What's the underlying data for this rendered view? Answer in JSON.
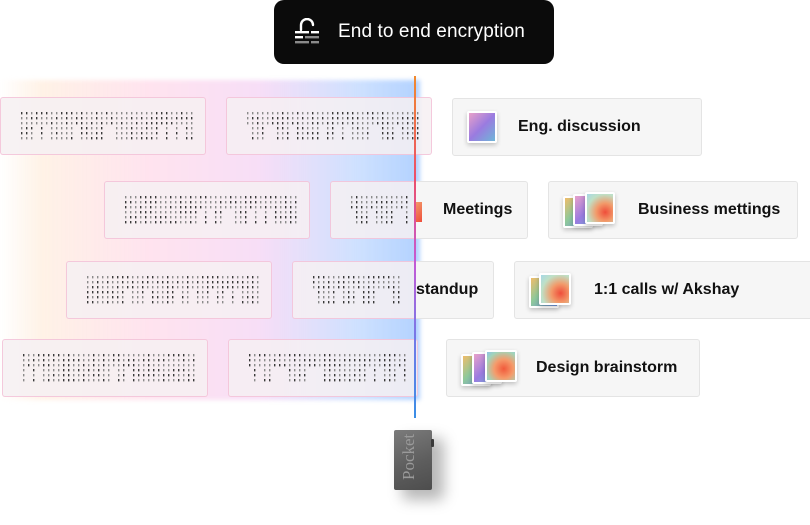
{
  "header": {
    "title": "End to end encryption",
    "icon": "unlock-icon"
  },
  "cards": [
    {
      "label": "Eng.  discussion",
      "thumbs": 1
    },
    {
      "label": "Meetings",
      "thumbs": 0
    },
    {
      "label": "Business mettings",
      "thumbs": 3
    },
    {
      "label": "standup",
      "thumbs": 0
    },
    {
      "label": "1:1 calls w/ Akshay",
      "thumbs": 2
    },
    {
      "label": "Design brainstorm",
      "thumbs": 3
    }
  ],
  "device": {
    "label": "Pocket"
  },
  "colors": {
    "pill_bg": "#0b0b0b",
    "line_top": "#f08a2e",
    "line_bottom": "#3a8ee6",
    "card_bg": "#f6f6f6"
  }
}
